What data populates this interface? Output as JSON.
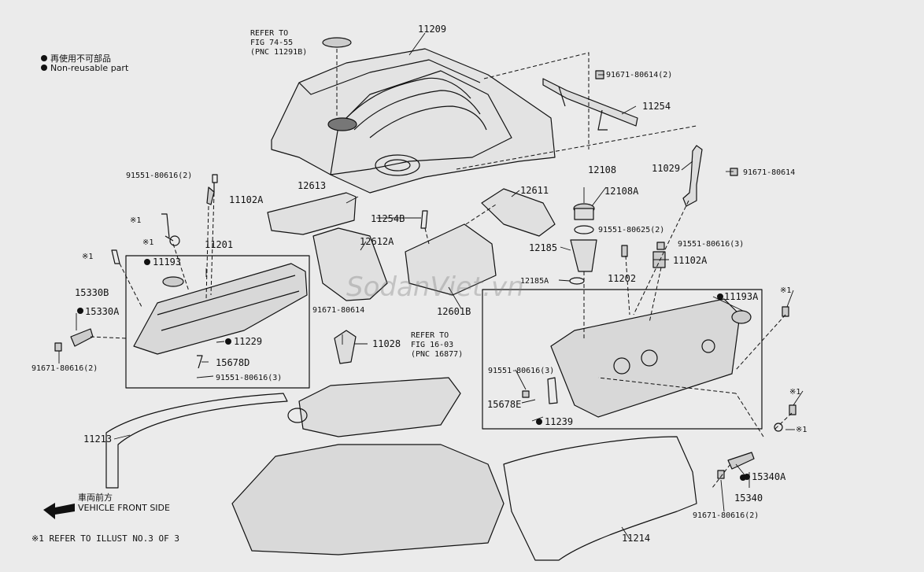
{
  "legend": {
    "item1": "再使用不可部品",
    "item2": "Non-reusable part"
  },
  "refs": {
    "ref1": [
      "REFER TO",
      "FIG 74-55",
      "(PNC 11291B)"
    ],
    "ref2": [
      "REFER TO",
      "FIG 16-03",
      "(PNC 16877)"
    ]
  },
  "parts": {
    "p11209": "11209",
    "p91671_80614_2": "91671-80614(2)",
    "p11254": "11254",
    "p91551_80616_2": "91551-80616(2)",
    "p11102A_l": "11102A",
    "p12613": "12613",
    "p11254B": "11254B",
    "p12611": "12611",
    "p12108": "12108",
    "p12108A": "12108A",
    "p11029": "11029",
    "p91671_80614_r": "91671-80614",
    "x1_a": "※1",
    "x1_b": "※1",
    "x1_c": "※1",
    "p11201": "11201",
    "p11193": "11193",
    "p12612A": "12612A",
    "p12601B": "12601B",
    "p91551_80625_2": "91551-80625(2)",
    "p91551_80616_3_r": "91551-80616(3)",
    "p11102A_r": "11102A",
    "p12185": "12185",
    "p12185A": "12185A",
    "p11202": "11202",
    "p11193A": "11193A",
    "x1_d": "※1",
    "p15330B": "15330B",
    "p15330A": "15330A",
    "p91671_80614_m": "91671-80614",
    "p11028": "11028",
    "p11229": "11229",
    "p15678D": "15678D",
    "p91551_80616_3_l": "91551-80616(3)",
    "p91671_80616_2_l": "91671-80616(2)",
    "p91551_80616_3_m": "91551-80616(3)",
    "p15678E": "15678E",
    "p11239": "11239",
    "x1_e": "※1",
    "x1_f": "※1",
    "p11213": "11213",
    "p15340A": "15340A",
    "p15340": "15340",
    "p91671_80616_2_r": "91671-80616(2)",
    "p11214": "11214"
  },
  "front": {
    "jp": "車両前方",
    "en": "VEHICLE FRONT SIDE"
  },
  "footer": "※1 REFER TO ILLUST NO.3 OF 3",
  "watermark": "SodanViet.vn",
  "colors": {
    "background": "#ebebeb",
    "ink": "#111111"
  }
}
